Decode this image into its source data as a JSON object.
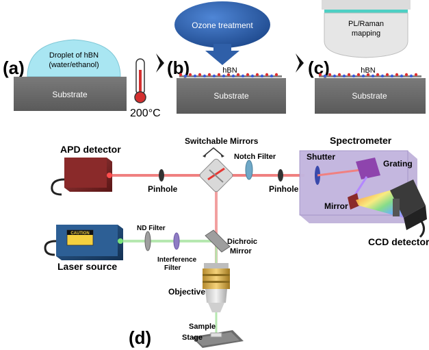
{
  "panels": {
    "a": {
      "letter": "(a)",
      "droplet": "Droplet of hBN",
      "droplet_sub": "(water/ethanol)",
      "substrate": "Substrate",
      "temperature": "200°C"
    },
    "b": {
      "letter": "(b)",
      "ozone": "Ozone treatment",
      "film": "hBN",
      "substrate": "Substrate"
    },
    "c": {
      "letter": "(c)",
      "objective_line1": "PL/Raman",
      "objective_line2": "mapping",
      "film": "hBN",
      "substrate": "Substrate"
    },
    "d": {
      "letter": "(d)",
      "apd": "APD detector",
      "switchable": "Switchable Mirrors",
      "notch": "Notch Filter",
      "spectrometer": "Spectrometer",
      "shutter": "Shutter",
      "grating": "Grating",
      "pinhole_left": "Pinhole",
      "pinhole_right": "Pinhole",
      "mirror": "Mirror",
      "ccd": "CCD detector",
      "caution": "CAUTION",
      "laser": "Laser source",
      "nd_filter": "ND Filter",
      "interference_1": "Interference",
      "interference_2": "Filter",
      "dichroic_1": "Dichroic",
      "dichroic_2": "Mirror",
      "objective": "Objective",
      "sample": "Sample",
      "stage": "Stage"
    }
  },
  "colors": {
    "substrate": "#6b6b6b",
    "droplet": "#a9e6f2",
    "ozone": "#2f5fa8",
    "beam_red": "#f08080",
    "beam_green": "#a6e3a1",
    "detector_box": "#7a1f1f",
    "laser_box": "#1f4a7a",
    "spectrometer": "#b8a9d6"
  }
}
